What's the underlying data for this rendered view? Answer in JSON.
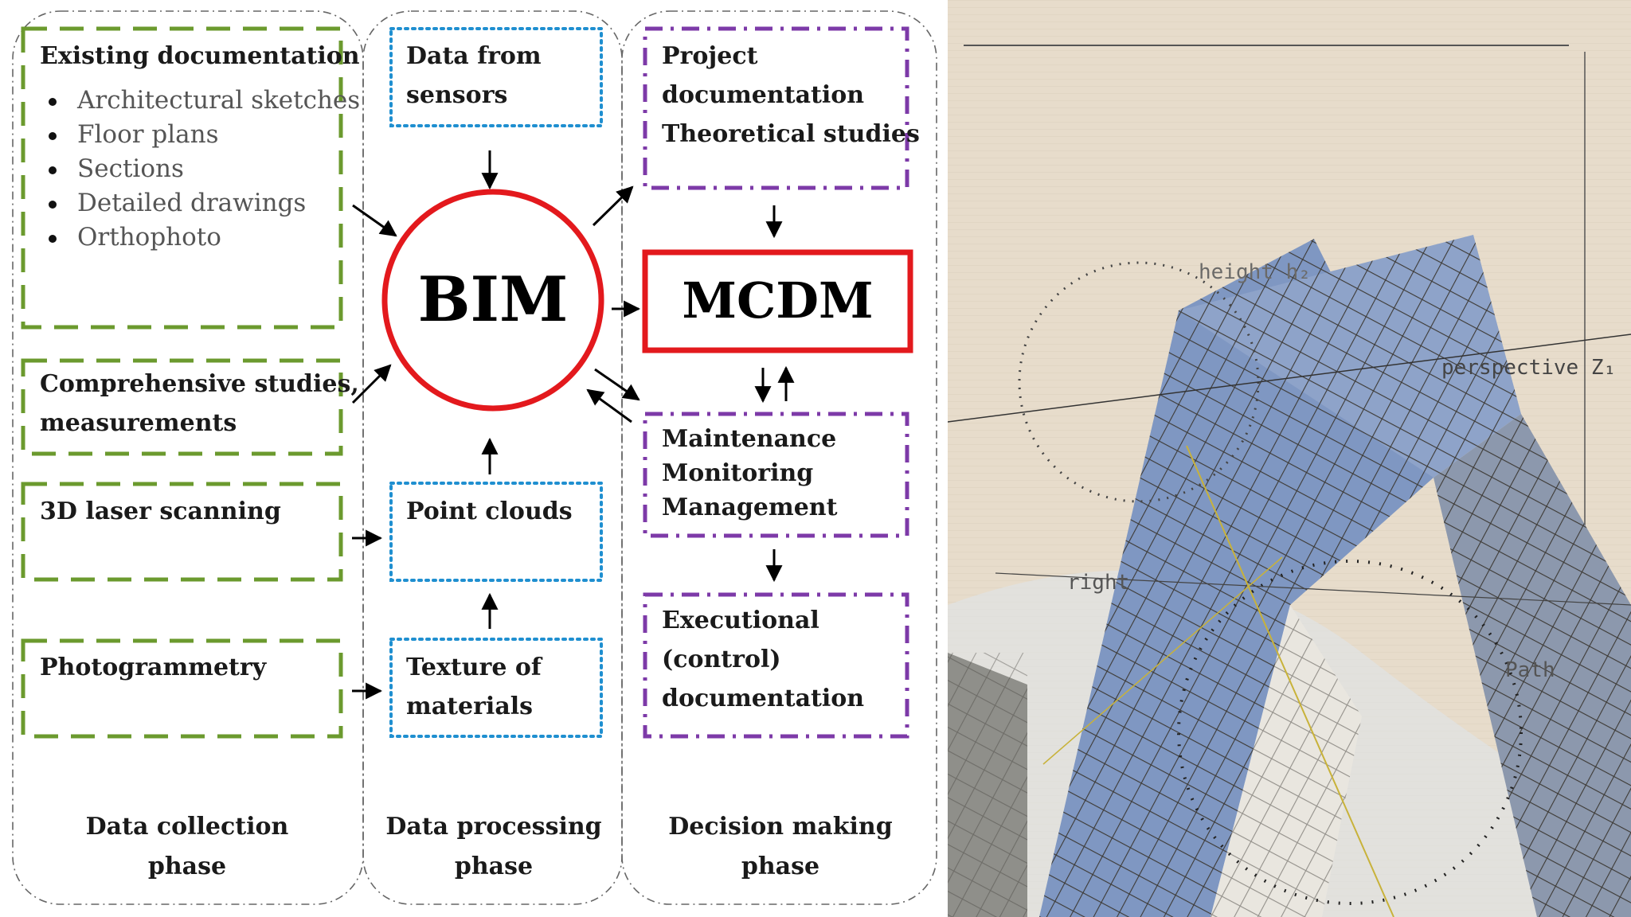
{
  "diagram": {
    "existing_documentation": {
      "title": "Existing documentation",
      "items": [
        "Architectural sketches",
        "Floor plans",
        "Sections",
        "Detailed drawings",
        "Orthophoto"
      ]
    },
    "comprehensive_studies": {
      "line1": "Comprehensive studies,",
      "line2": "measurements"
    },
    "laser_scanning": "3D laser scanning",
    "photogrammetry": "Photogrammetry",
    "data_from_sensors": {
      "line1": "Data from",
      "line2": "sensors"
    },
    "point_clouds": "Point clouds",
    "texture_of_materials": {
      "line1": "Texture of",
      "line2": "materials"
    },
    "bim": "BIM",
    "mcdm": "MCDM",
    "project_documentation": {
      "line1": "Project",
      "line2": "documentation",
      "line3": "Theoretical studies"
    },
    "maintenance": {
      "line1": "Maintenance",
      "line2": "Monitoring",
      "line3": "Management"
    },
    "executional_documentation": {
      "line1": "Executional",
      "line2": "(control)",
      "line3": "documentation"
    },
    "phases": {
      "collection": {
        "line1": "Data collection",
        "line2": "phase"
      },
      "processing": {
        "line1": "Data processing",
        "line2": "phase"
      },
      "decision": {
        "line1": "Decision making",
        "line2": "phase"
      }
    },
    "colors": {
      "collection_border": "#6b9a2e",
      "processing_border": "#1f8fd0",
      "decision_border": "#7d3aa8",
      "highlight_red": "#e3191d",
      "lane_border": "#666666",
      "arrow": "#000000"
    }
  },
  "sketch": {
    "annotations": [
      "height h₂",
      "perspective Z₁",
      "right",
      "Path"
    ]
  }
}
